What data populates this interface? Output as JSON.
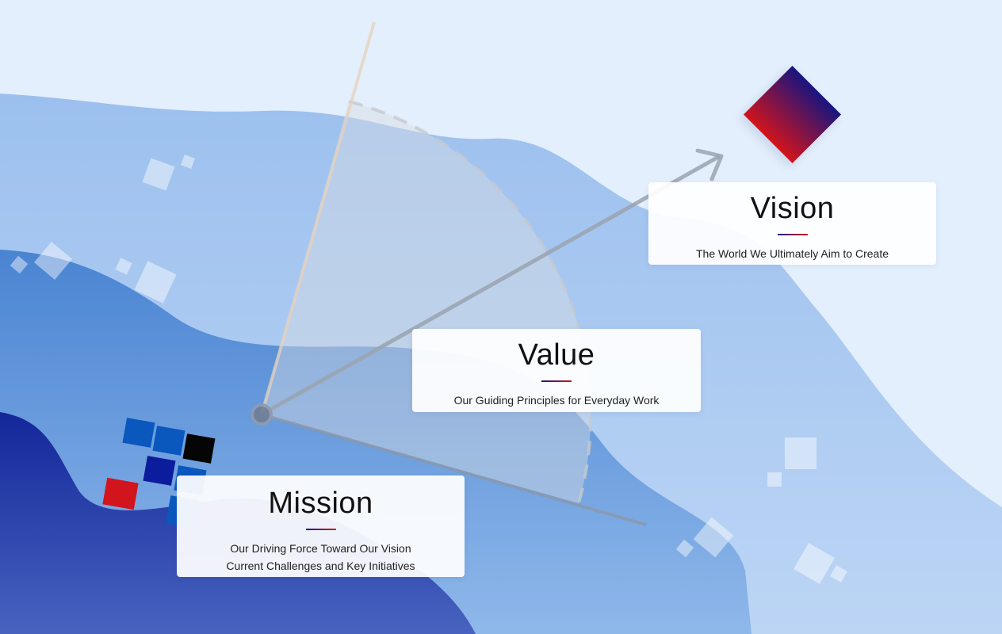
{
  "vision": {
    "title": "Vision",
    "subtitle": "The World We Ultimately Aim to Create"
  },
  "value": {
    "title": "Value",
    "subtitle": "Our Guiding Principles for Everyday Work"
  },
  "mission": {
    "title": "Mission",
    "line1": "Our Driving Force Toward Our Vision",
    "line2": "Current Challenges and Key Initiatives"
  },
  "colors": {
    "background": "#e3effc",
    "accent_blue": "#1b1a8c",
    "accent_red": "#d2141c"
  }
}
